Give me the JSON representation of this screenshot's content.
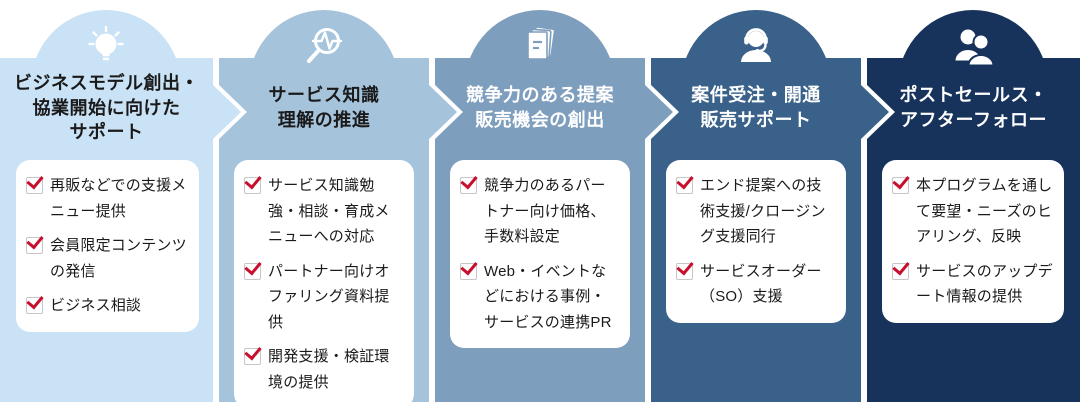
{
  "colors": {
    "check_red": "#c8102e",
    "checkbox_border": "#c6c6c6",
    "card_background": "#ffffff",
    "item_text": "#1a1a1a",
    "page_background": "#ffffff"
  },
  "columns": [
    {
      "icon": "lightbulb-icon",
      "band_color": "#c9e2f5",
      "title_color": "#1a1a1a",
      "title": "ビジネスモデル創出・\n協業開始に向けた\nサポート",
      "items": [
        "再販などでの支援メニュー提供",
        "会員限定コンテンツの発信",
        "ビジネス相談"
      ]
    },
    {
      "icon": "pulse-magnifier-icon",
      "band_color": "#a6c3dc",
      "title_color": "#1a1a1a",
      "title": "サービス知識\n理解の推進",
      "items": [
        "サービス知識勉強・相談・育成メニューへの対応",
        "パートナー向けオファリング資料提供",
        "開発支援・検証環境の提供"
      ]
    },
    {
      "icon": "documents-icon",
      "band_color": "#7e9ebe",
      "title_color": "#ffffff",
      "title": "競争力のある提案\n販売機会の創出",
      "items": [
        "競争力のあるパートナー向け価格、手数料設定",
        "Web・イベントなどにおける事例・サービスの連携PR"
      ]
    },
    {
      "icon": "headset-operator-icon",
      "band_color": "#3a6189",
      "title_color": "#ffffff",
      "title": "案件受注・開通\n販売サポート",
      "items": [
        "エンド提案への技術支援/クロージング支援同行",
        "サービスオーダー（SO）支援"
      ]
    },
    {
      "icon": "people-icon",
      "band_color": "#17335c",
      "title_color": "#ffffff",
      "title": "ポストセールス・\nアフターフォロー",
      "items": [
        "本プログラムを通して要望・ニーズのヒアリング、反映",
        "サービスのアップデート情報の提供"
      ]
    }
  ]
}
